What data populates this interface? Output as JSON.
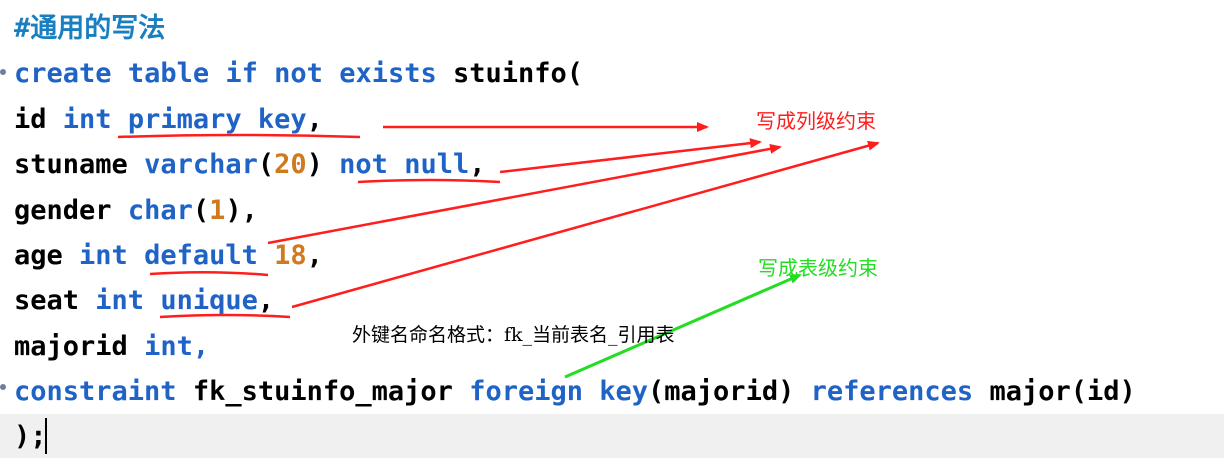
{
  "code": {
    "comment": "#通用的写法",
    "line1": {
      "kw1": "create",
      "kw2": "table",
      "kw3": "if",
      "kw4": "not",
      "kw5": "exists",
      "name": "stuinfo("
    },
    "line2": {
      "field": "id",
      "type": "int",
      "constraint": "primary key",
      "end": ","
    },
    "line3": {
      "field": "stuname",
      "type": "varchar",
      "open": "(",
      "num": "20",
      "close": ")",
      "constraint": "not null",
      "end": ","
    },
    "line4": {
      "field": "gender",
      "type": "char",
      "open": "(",
      "num": "1",
      "close": "),",
      "end": ""
    },
    "line5": {
      "field": "age",
      "type": "int",
      "constraint": "default",
      "num": "18",
      "end": ","
    },
    "line6": {
      "field": "seat",
      "type": "int",
      "constraint": "unique",
      "end": ","
    },
    "line7": {
      "field": "majorid",
      "type": "int,",
      "end": ""
    },
    "line8": {
      "kw": "constraint",
      "name": "fk_stuinfo_major",
      "kw2": "foreign",
      "kw3": "key",
      "ref_col": "(majorid)",
      "kw4": "references",
      "ref_table": "major(id)"
    },
    "line9": {
      "end": ");"
    }
  },
  "annotations": {
    "column_level": "写成列级约束",
    "table_level": "写成表级约束",
    "fk_naming": "外键名命名格式：fk_当前表名_引用表"
  },
  "colors": {
    "keyword": "#1f63c6",
    "number": "#cf7a1e",
    "comment": "#1a7fc0",
    "annotation_red": "#ff1d1d",
    "annotation_green": "#22dd22",
    "current_line": "#f0f0f0"
  }
}
